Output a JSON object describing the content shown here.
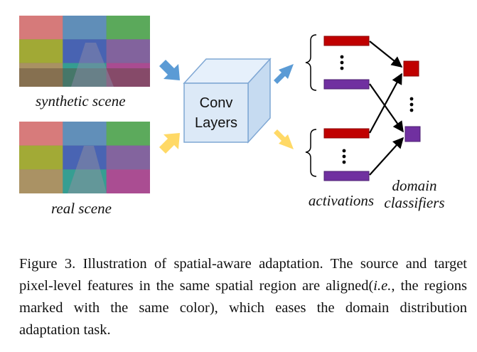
{
  "labels": {
    "synthetic_scene": "synthetic scene",
    "real_scene": "real scene",
    "conv_line1": "Conv",
    "conv_line2": "Layers",
    "activations": "activations",
    "domain_line1": "domain",
    "domain_line2": "classifiers"
  },
  "caption": {
    "prefix": "Figure 3. Illustration of spatial-aware adaptation.  The source and target pixel-level features in the same spatial region are aligned(",
    "ie": "i.e.",
    "suffix": ", the regions marked with the same color), which eases the domain distribution adaptation task."
  },
  "colors": {
    "red": "#c00000",
    "purple": "#7030a0",
    "blue_arrow": "#5b9bd5",
    "yellow_arrow": "#ffd966",
    "cube_face": "#dce9f7",
    "cube_edge": "#7fa7d4",
    "grid_tints": [
      "#ff7f7f",
      "#5b9bd5",
      "#55c055",
      "#b5c020",
      "#3a5fcd",
      "#8a60b0",
      "#c0a060",
      "#20b0a0",
      "#c040a0"
    ]
  }
}
